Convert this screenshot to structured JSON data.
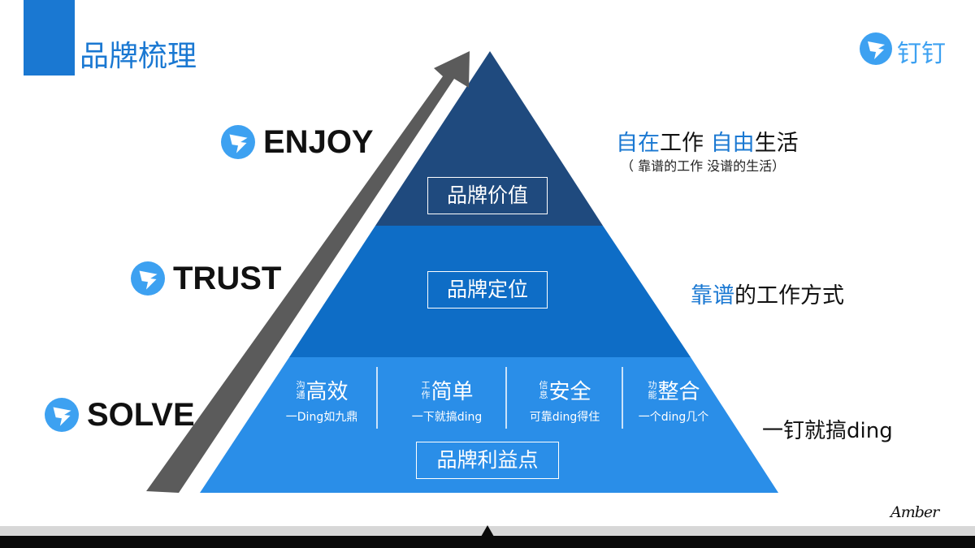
{
  "header": {
    "title": "品牌梳理"
  },
  "brand": {
    "name": "钉钉",
    "color": "#3da1f1"
  },
  "colors": {
    "accent": "#1a78d2",
    "tier_top": "#1f4a7e",
    "tier_middle": "#0e6dc6",
    "tier_bottom": "#2a8ee8"
  },
  "levels": [
    {
      "label": "ENJOY",
      "icon": "dingtalk-wing-icon"
    },
    {
      "label": "TRUST",
      "icon": "dingtalk-wing-icon"
    },
    {
      "label": "SOLVE",
      "icon": "dingtalk-wing-icon"
    }
  ],
  "pyramid": {
    "top_label": "品牌价值",
    "middle_label": "品牌定位",
    "bottom_label": "品牌利益点",
    "benefits": [
      {
        "prefix": "沟通",
        "title": "高效",
        "subtitle": "一Ding如九鼎"
      },
      {
        "prefix": "工作",
        "title": "简单",
        "subtitle": "一下就搞ding"
      },
      {
        "prefix": "信息",
        "title": "安全",
        "subtitle": "可靠ding得住"
      },
      {
        "prefix": "功能",
        "title": "整合",
        "subtitle": "一个ding几个"
      }
    ]
  },
  "descriptions": {
    "enjoy": {
      "part1": "自在",
      "part2": "工作 ",
      "part3": "自由",
      "part4": "生活",
      "sub": "（ 靠谱的工作 没谱的生活）"
    },
    "trust": {
      "part1": "靠谱",
      "part2": "的工作方式"
    },
    "solve": {
      "text": "一钉就搞ding"
    }
  },
  "signature": "Amber"
}
